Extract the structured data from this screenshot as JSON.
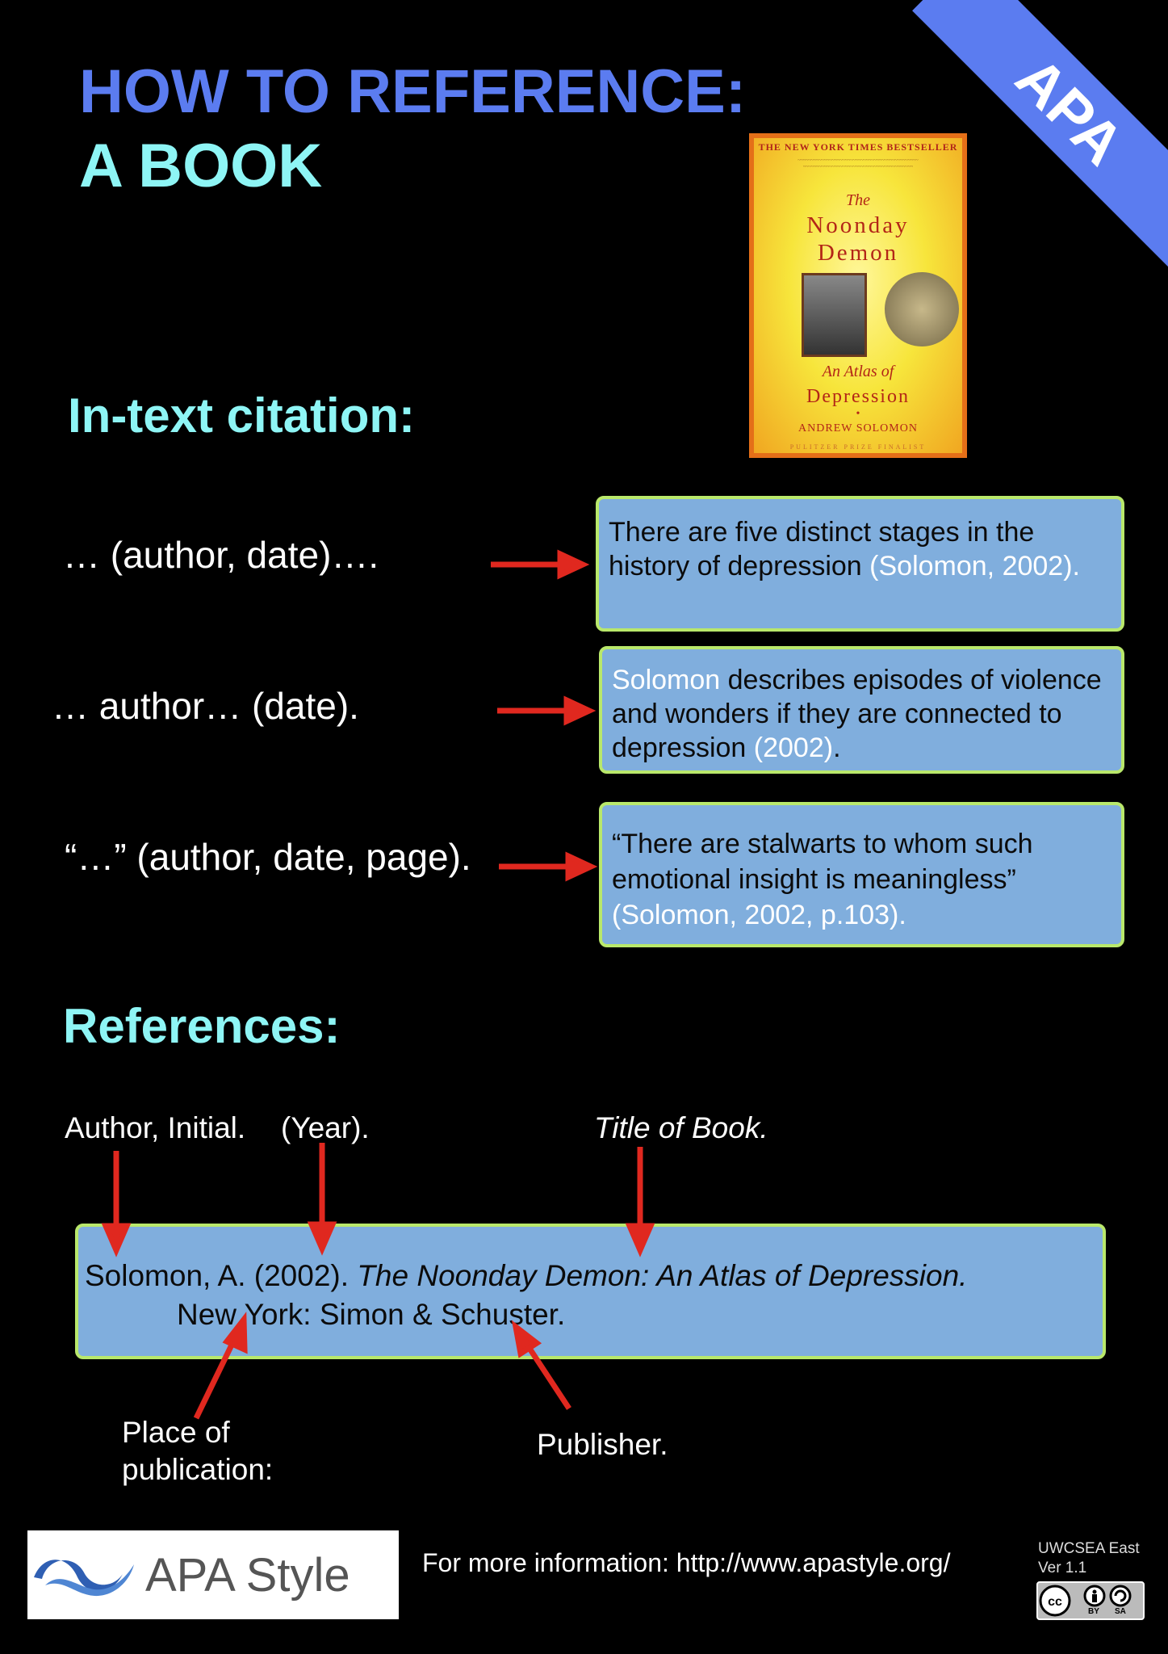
{
  "title": {
    "line1": "HOW TO REFERENCE:",
    "line2": "A BOOK"
  },
  "banner": "APA",
  "book_cover": {
    "nyt": "THE NEW YORK TIMES BESTSELLER",
    "the": "The",
    "title1": "Noonday",
    "title2": "Demon",
    "subtitle1": "An Atlas of",
    "subtitle2": "Depression",
    "dot": "•",
    "author": "ANDREW SOLOMON",
    "footer": "PULITZER PRIZE FINALIST"
  },
  "intext": {
    "heading": "In-text citation:",
    "rows": [
      {
        "pattern": "… (author, date)….",
        "ex_a": "There are five distinct stages in the history of depression ",
        "ex_b": "(Solomon, 2002)."
      },
      {
        "pattern": "… author… (date).",
        "ex_a": "Solomon",
        "ex_b": " describes episodes of violence and wonders if they are connected to depression ",
        "ex_c": "(2002)",
        "ex_d": "."
      },
      {
        "pattern": "“…” (author, date, page).",
        "ex_a": "“There are stalwarts to whom such emotional insight is meaningless”",
        "ex_b": "(Solomon, 2002, p.103)."
      }
    ]
  },
  "references": {
    "heading": "References:",
    "labels": {
      "author": "Author, Initial.",
      "year": "(Year).",
      "title": "Title of Book.",
      "place": "Place of publication:",
      "publisher": "Publisher."
    },
    "entry": {
      "author_year": "Solomon, A. (2002). ",
      "title": "The Noonday Demon: An Atlas of Depression.",
      "place_publisher": "New York: Simon & Schuster."
    }
  },
  "footer": {
    "logo_text": "APA Style",
    "info": "For more information: http://www.apastyle.org/",
    "org": "UWCSEA East",
    "version": "Ver 1.1",
    "cc_by": "BY",
    "cc_sa": "SA"
  },
  "colors": {
    "title_blue": "#5b7cf0",
    "cyan": "#8ef5f5",
    "box_fill": "#80aedd",
    "box_border": "#b9e86b",
    "arrow": "#e0281f"
  }
}
